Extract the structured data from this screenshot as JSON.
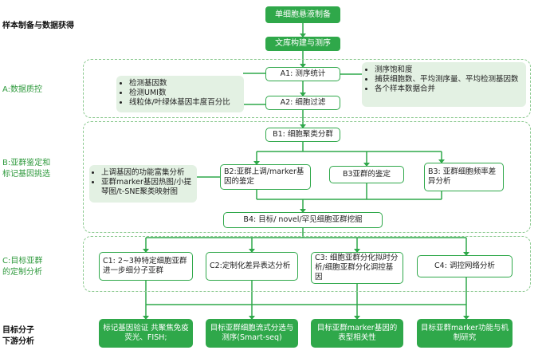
{
  "sections": {
    "prep": "样本制备与数据获得",
    "qc": "A:数据质控",
    "cluster_l1": "B:亚群鉴定和",
    "cluster_l2": "标记基因挑选",
    "custom_l1": "C:目标亚群",
    "custom_l2": "的定制分析",
    "down_l1": "目标分子",
    "down_l2": "下游分析"
  },
  "top": {
    "prep": "单细胞悬液制备",
    "lib": "文库构建与测序"
  },
  "a": {
    "a1": "A1: 测序统计",
    "a2": "A2: 细胞过滤",
    "left_items": [
      "检测基因数",
      "检测UMI数",
      "线粒体/叶绿体基因丰度百分比"
    ],
    "right_items": [
      "测序饱和度",
      "捕获细胞数、平均测序量、平均检测基因数",
      "各个样本数据合并"
    ]
  },
  "b": {
    "b1": "B1: 细胞聚类分群",
    "b2": "B2:亚群上调/marker基因的鉴定",
    "b3": "B3亚群的鉴定",
    "b3b": "B3: 亚群细胞频率差异分析",
    "b4": "B4: 目标/ novel/罕见细胞亚群挖掘",
    "left_items": [
      "上调基因的功能富集分析",
      "亚群marker基因热图/小提琴图/t-SNE聚类映射图"
    ]
  },
  "c": {
    "c1": "C1: 2~3种特定细胞亚群进一步细分子亚群",
    "c2": "C2:定制化差异表达分析",
    "c3": "C3: 细胞亚群分化拟时分析/细胞亚群分化调控基因",
    "c4": "C4: 调控网络分析"
  },
  "d": {
    "d1": "标记基因验证 共聚焦免疫荧光、FISH;",
    "d2": "目标亚群细胞流式分选与测序(Smart-seq)",
    "d3": "目标亚群marker基因的表型相关性",
    "d4": "目标亚群marker功能与机制研究"
  }
}
